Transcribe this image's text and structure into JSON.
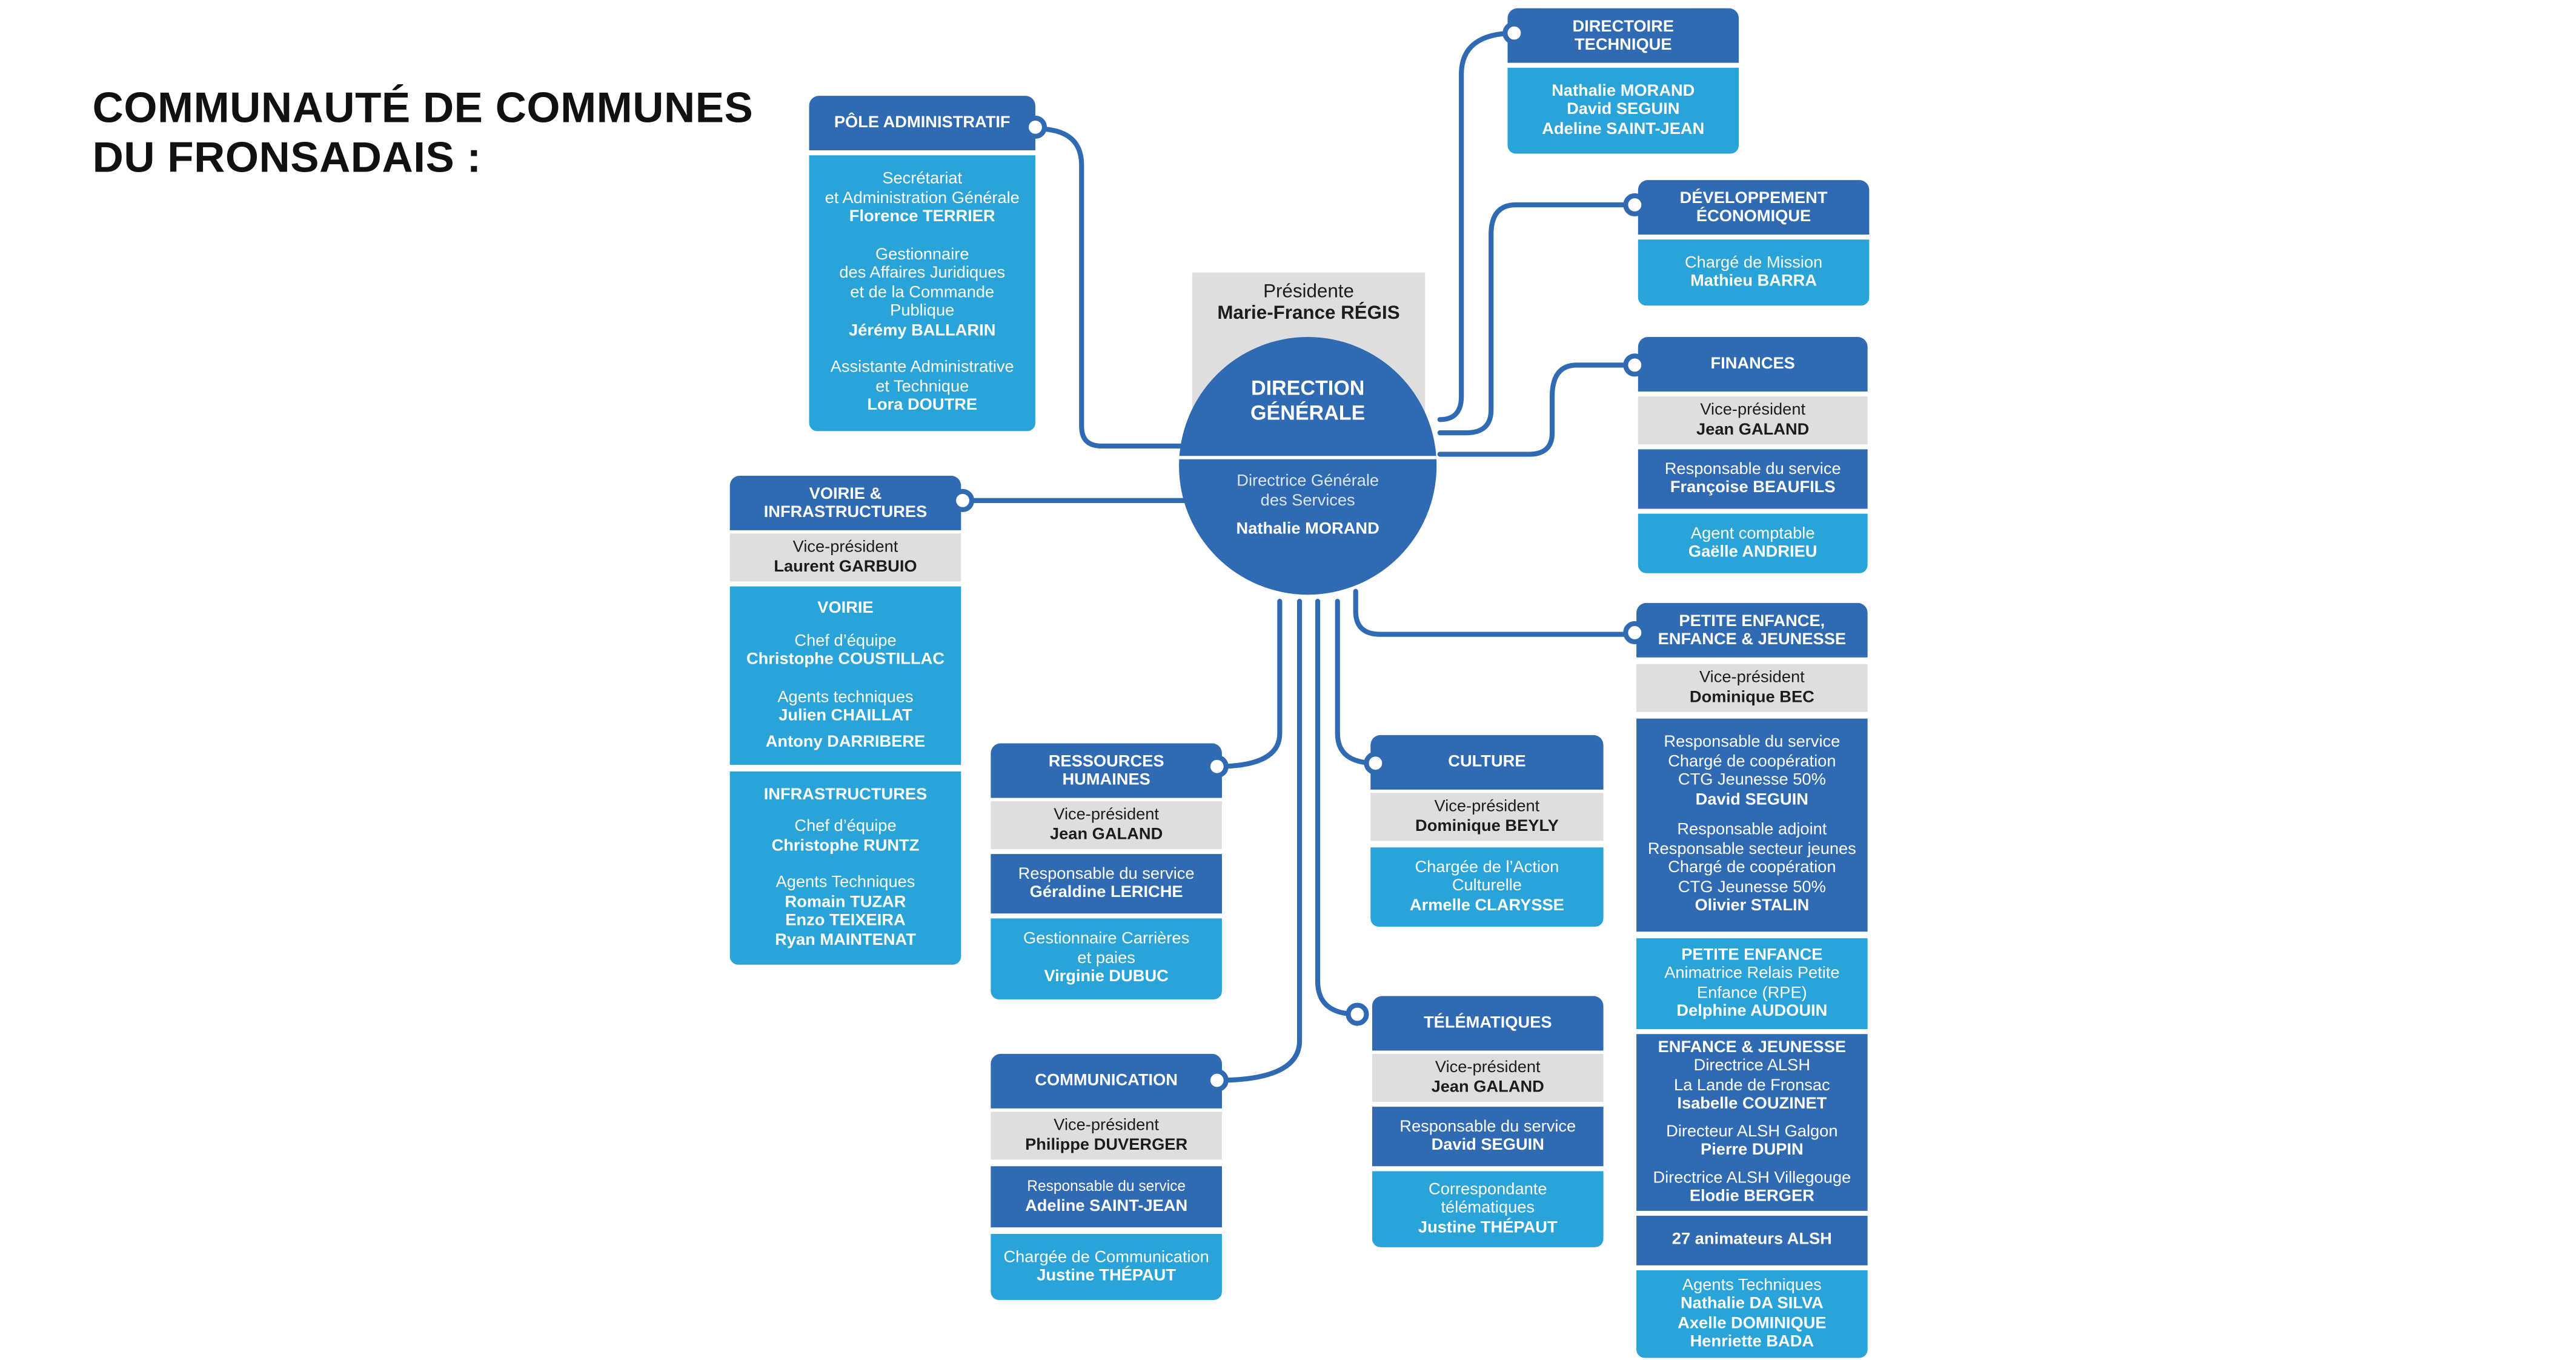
{
  "title": [
    "COMMUNAUTÉ DE COMMUNES",
    "DU FRONSADAIS :"
  ],
  "president": {
    "role": "Présidente",
    "name": "Marie-France RÉGIS"
  },
  "direction": {
    "title": [
      "DIRECTION",
      "GÉNÉRALE"
    ],
    "role": [
      "Directrice Générale",
      "des Services"
    ],
    "name": "Nathalie MORAND"
  },
  "pole_admin": {
    "header": "PÔLE ADMINISTRATIF",
    "lines": [
      "Secrétariat",
      "et Administration Générale",
      "Florence TERRIER",
      "",
      "Gestionnaire",
      "des Affaires Juridiques",
      "et de la Commande",
      "Publique",
      "Jérémy BALLARIN",
      "",
      "Assistante Administrative",
      "et Technique",
      "Lora DOUTRE"
    ]
  },
  "directoire": {
    "header": [
      "DIRECTOIRE",
      "TECHNIQUE"
    ],
    "names": [
      "Nathalie MORAND",
      "David SEGUIN",
      "Adeline SAINT-JEAN"
    ]
  },
  "dev_eco": {
    "header": [
      "DÉVELOPPEMENT",
      "ÉCONOMIQUE"
    ],
    "role": "Chargé de Mission",
    "name": "Mathieu BARRA"
  },
  "finances": {
    "header": "FINANCES",
    "vp_role": "Vice-président",
    "vp_name": "Jean GALAND",
    "resp_role": "Responsable du service",
    "resp_name": "Françoise BEAUFILS",
    "agent_role": "Agent comptable",
    "agent_name": "Gaëlle ANDRIEU"
  },
  "voirie": {
    "header": [
      "VOIRIE &",
      "INFRASTRUCTURES"
    ],
    "vp_role": "Vice-président",
    "vp_name": "Laurent GARBUIO",
    "voirie_title": "VOIRIE",
    "voirie_lines": [
      "Chef d’équipe",
      "Christophe COUSTILLAC",
      "",
      "Agents techniques",
      "Julien CHAILLAT",
      "Antony DARRIBERE"
    ],
    "infra_title": "INFRASTRUCTURES",
    "infra_lines": [
      "Chef d’équipe",
      "Christophe RUNTZ",
      "",
      "Agents Techniques",
      "Romain TUZAR",
      "Enzo TEIXEIRA",
      "Ryan MAINTENAT"
    ]
  },
  "rh": {
    "header": [
      "RESSOURCES",
      "HUMAINES"
    ],
    "vp_role": "Vice-président",
    "vp_name": "Jean GALAND",
    "resp_role": "Responsable du service",
    "resp_name": "Géraldine LERICHE",
    "gest_role": [
      "Gestionnaire Carrières",
      "et paies"
    ],
    "gest_name": "Virginie DUBUC"
  },
  "culture": {
    "header": "CULTURE",
    "vp_role": "Vice-président",
    "vp_name": "Dominique BEYLY",
    "role": [
      "Chargée de l’Action",
      "Culturelle"
    ],
    "name": "Armelle CLARYSSE"
  },
  "communication": {
    "header": "COMMUNICATION",
    "vp_role": "Vice-président",
    "vp_name": "Philippe DUVERGER",
    "resp_role": "Responsable du service",
    "resp_name": "Adeline SAINT-JEAN",
    "charge_role": "Chargée de Communication",
    "charge_name": "Justine THÉPAUT"
  },
  "telematiques": {
    "header": "TÉLÉMATIQUES",
    "vp_role": "Vice-président",
    "vp_name": "Jean GALAND",
    "resp_role": "Responsable du service",
    "resp_name": "David SEGUIN",
    "corr_role": [
      "Correspondante",
      "télématiques"
    ],
    "corr_name": "Justine THÉPAUT"
  },
  "petite_enfance": {
    "header": [
      "PETITE ENFANCE,",
      "ENFANCE & JEUNESSE"
    ],
    "vp_role": "Vice-président",
    "vp_name": "Dominique BEC",
    "resp_lines": [
      "Responsable du service",
      "Chargé de coopération",
      "CTG Jeunesse 50%",
      "David SEGUIN",
      "",
      "Responsable adjoint",
      "Responsable secteur jeunes",
      "Chargé de coopération",
      "CTG Jeunesse 50%",
      "Olivier STALIN"
    ],
    "pe_lines": [
      "PETITE ENFANCE",
      "Animatrice Relais Petite",
      "Enfance (RPE)",
      "Delphine AUDOUIN"
    ],
    "ej_lines": [
      "ENFANCE & JEUNESSE",
      "Directrice ALSH",
      "La Lande de Fronsac",
      "Isabelle COUZINET",
      "",
      "Directeur ALSH Galgon",
      "Pierre DUPIN",
      "",
      "Directrice ALSH Villegouge",
      "Elodie BERGER"
    ],
    "animateurs": "27 animateurs ALSH",
    "agents_lines": [
      "Agents Techniques",
      "Nathalie DA SILVA",
      "Axelle DOMINIQUE",
      "Henriette BADA"
    ]
  },
  "colors": {
    "dark_blue": "#2f6ab3",
    "light_blue": "#2aa3d8",
    "grey": "#dedede"
  }
}
